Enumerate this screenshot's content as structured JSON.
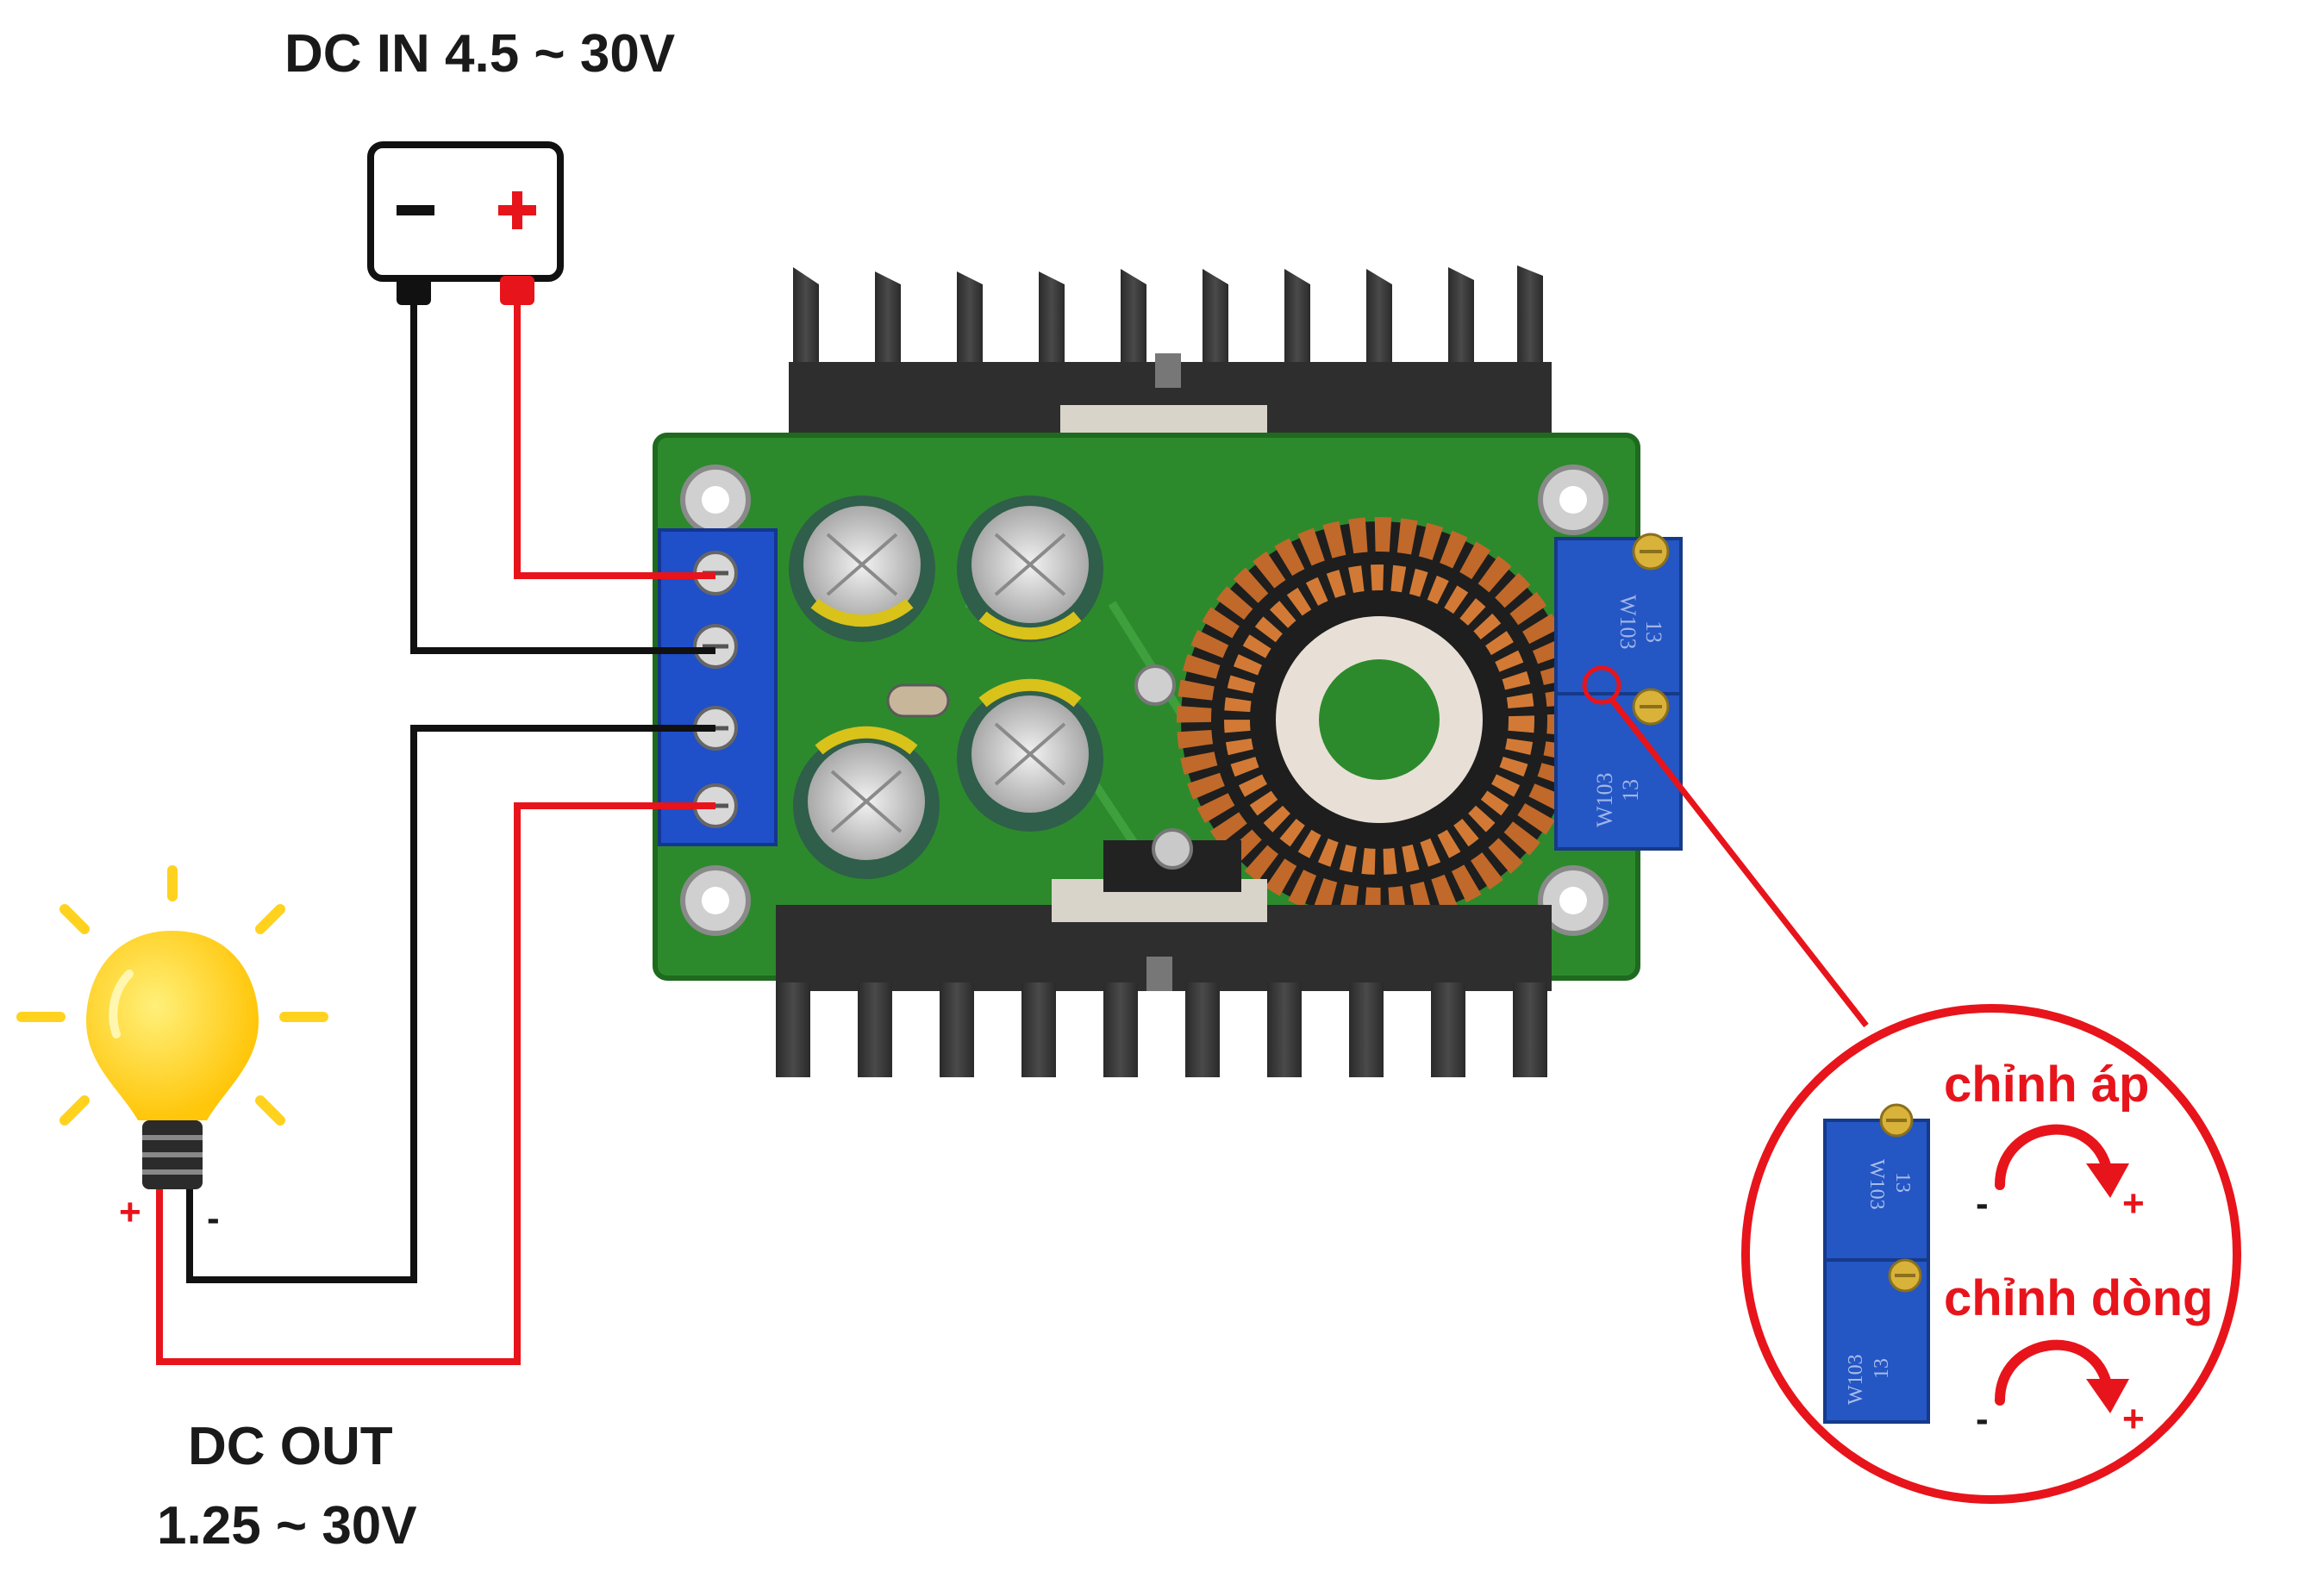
{
  "input": {
    "title": "DC IN 4.5 ~ 30V",
    "minus": "−",
    "plus": "+"
  },
  "output": {
    "line1": "DC OUT",
    "line2": "1.25 ~ 30V",
    "plus": "+",
    "minus": "-"
  },
  "zoom": {
    "voltage_label": "chỉnh áp",
    "current_label": "chỉnh dòng",
    "minus": "-",
    "plus": "+",
    "pot_marking_a": "13",
    "pot_marking_b": "W103"
  },
  "board": {
    "pot_marking_a": "13",
    "pot_marking_b": "W103"
  },
  "colors": {
    "wire_red": "#e8141b",
    "wire_black": "#111111",
    "pcb_green": "#2c8a2c",
    "terminal_blue": "#1f4fc9",
    "heatsink": "#3a3a3a",
    "copper": "#c0692a",
    "bulb_yellow": "#ffd21f"
  },
  "icons": [
    "battery-icon",
    "light-bulb-icon",
    "heatsink-icon",
    "toroid-inductor-icon",
    "capacitor-icon",
    "potentiometer-icon",
    "clockwise-arrow-icon"
  ]
}
